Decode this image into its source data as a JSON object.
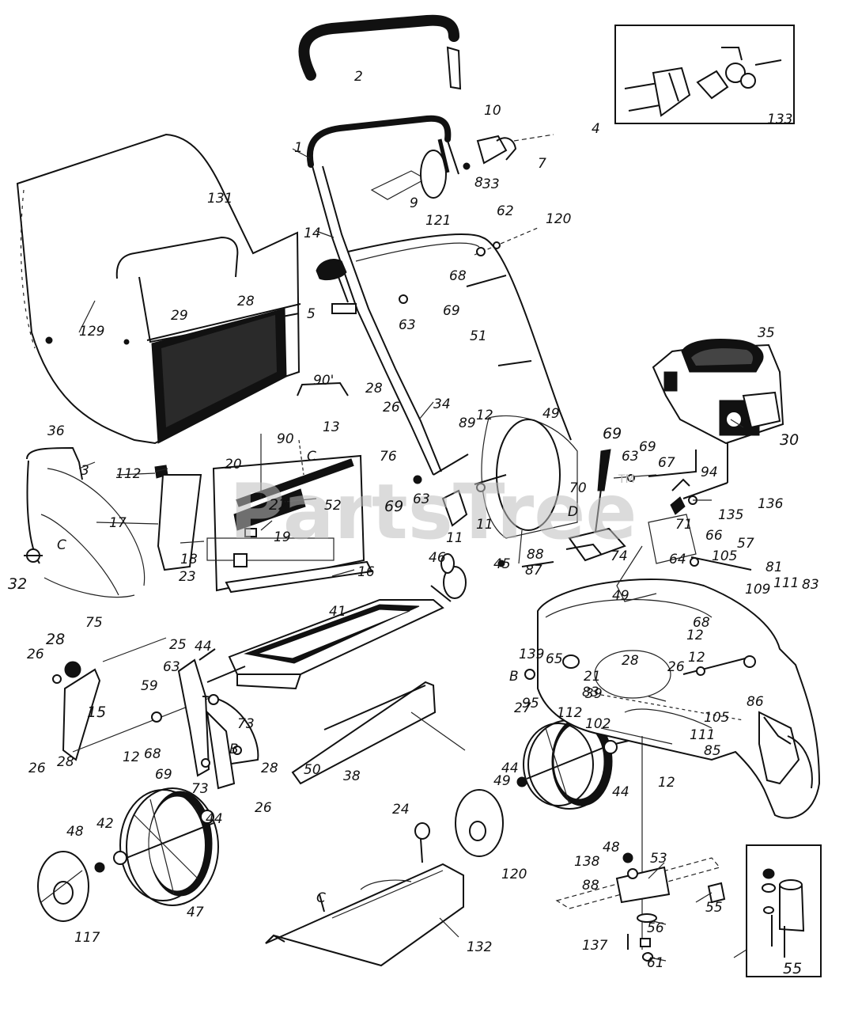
{
  "watermark": {
    "text": "PartsTree",
    "tm": "TM"
  },
  "labels": [
    "1",
    "2",
    "3",
    "4",
    "5",
    "7",
    "8",
    "9",
    "10",
    "11",
    "11",
    "12",
    "12",
    "12",
    "12",
    "12",
    "13",
    "14",
    "15",
    "16",
    "17",
    "18",
    "19",
    "20",
    "21",
    "22",
    "23",
    "24",
    "25",
    "26",
    "26",
    "26",
    "26",
    "26",
    "27",
    "28",
    "28",
    "28",
    "28",
    "28",
    "28",
    "29",
    "30",
    "32",
    "33",
    "34",
    "35",
    "36",
    "38",
    "39",
    "41",
    "42",
    "44",
    "44",
    "44",
    "44",
    "45",
    "46",
    "47",
    "48",
    "48",
    "49",
    "49",
    "49",
    "50",
    "51",
    "52",
    "53",
    "55",
    "55",
    "56",
    "57",
    "59",
    "61",
    "62",
    "63",
    "63",
    "63",
    "63",
    "64",
    "65",
    "66",
    "67",
    "68",
    "68",
    "68",
    "69",
    "69",
    "69",
    "69",
    "69",
    "70",
    "71",
    "73",
    "73",
    "74",
    "75",
    "76",
    "81",
    "83",
    "83",
    "85",
    "86",
    "87",
    "88",
    "88",
    "89",
    "90",
    "90'",
    "94",
    "95",
    "102",
    "105",
    "105",
    "109",
    "111",
    "111",
    "112",
    "112",
    "117",
    "120",
    "120",
    "121",
    "129",
    "131",
    "132",
    "133",
    "135",
    "136",
    "137",
    "138",
    "139",
    "B",
    "B",
    "C",
    "C",
    "C",
    "D",
    "D"
  ]
}
